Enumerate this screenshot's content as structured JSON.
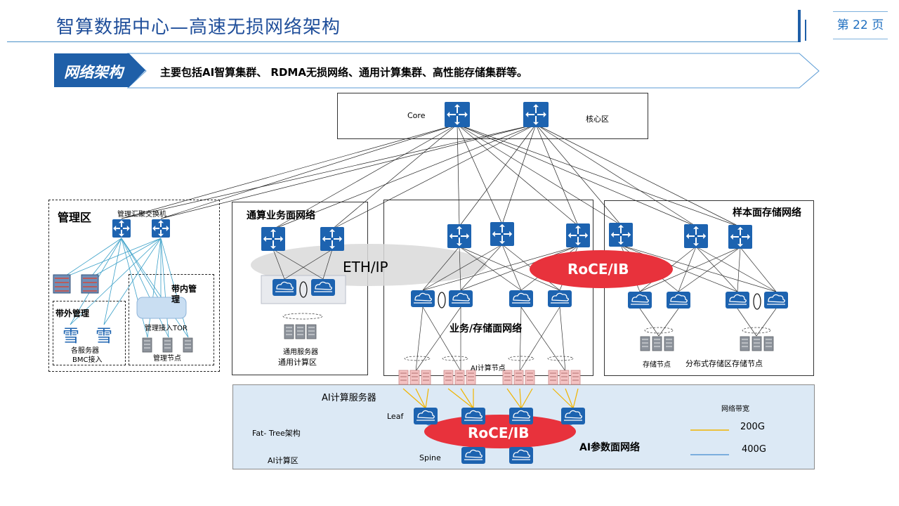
{
  "header": {
    "title": "智算数据中心—高速无损网络架构",
    "page_label": "第 22 页"
  },
  "banner": {
    "tag": "网络架构",
    "text": "主要包括AI智算集群、 RDMA无损网络、通用计算集群、高性能存储集群等。"
  },
  "core": {
    "label": "Core",
    "zone": "核心区"
  },
  "mgmt": {
    "title": "管理区",
    "agg_switch": "管理汇聚交换机",
    "oob_title": "带外管理",
    "oob_glyph": "雪",
    "oob_caption1": "各服务器",
    "oob_caption2": "BMC接入",
    "inband_title1": "带内管",
    "inband_title2": "理",
    "inband_tor": "管理接入TOR",
    "inband_nodes": "管理节点"
  },
  "general": {
    "title": "通算业务面网络",
    "overlay": "ETH/IP",
    "servers": "通用服务器",
    "zone": "通用计算区"
  },
  "business": {
    "title": "业务/存储面网络",
    "overlay": "RoCE/IB",
    "ai_nodes": "AI计算节点"
  },
  "storage": {
    "title": "样本面存储网络",
    "nodes": "存储节点",
    "zone": "分布式存储区存储节点"
  },
  "ai": {
    "servers": "AI计算服务器",
    "leaf": "Leaf",
    "spine": "Spine",
    "fattree": "Fat- Tree架构",
    "zone": "AI计算区",
    "overlay": "RoCE/IB",
    "network": "AI参数面网络",
    "legend_title": "网络带宽",
    "legend_200": "200G",
    "legend_400": "400G"
  },
  "colors": {
    "brand_blue": "#1f5fa8",
    "device_blue": "#1d63b0",
    "roce_red": "#e8323c",
    "ethip_gray": "#d9d9d9",
    "link_200g": "#f0b400",
    "link_400g": "#5b9bd5",
    "mgmt_link": "#3aa0c8",
    "ai_zone_bg": "#dce9f5"
  },
  "icons": {
    "router": "router-icon",
    "cloud_switch": "cloud-switch-icon",
    "firewall": "firewall-icon",
    "server": "server-icon"
  }
}
